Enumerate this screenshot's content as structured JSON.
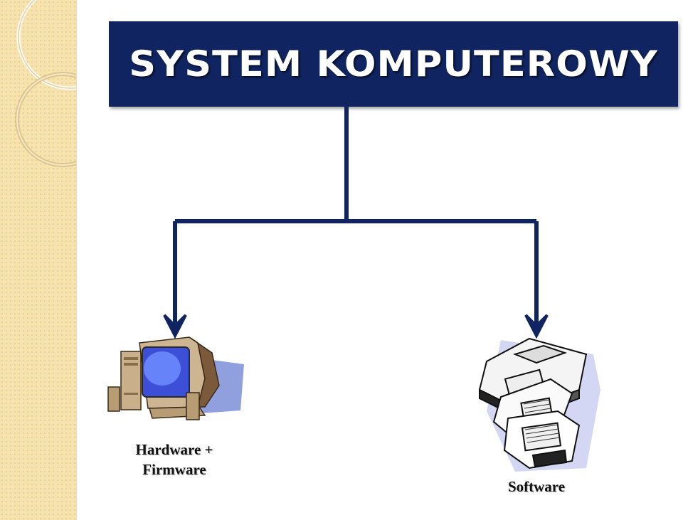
{
  "diagram": {
    "title": "SYSTEM KOMPUTEROWY",
    "nodes": [
      {
        "id": "hardware",
        "label_line1": "Hardware +",
        "label_line2": "Firmware",
        "icon": "computer-icon"
      },
      {
        "id": "software",
        "label_line1": "Software",
        "icon": "floppy-disks-icon"
      }
    ],
    "edges": [
      {
        "from": "title",
        "to": "hardware"
      },
      {
        "from": "title",
        "to": "software"
      }
    ]
  },
  "colors": {
    "title_bg": "#102461",
    "title_text": "#ffffff",
    "connector": "#102461",
    "side_strip": "#f6e3b0"
  }
}
